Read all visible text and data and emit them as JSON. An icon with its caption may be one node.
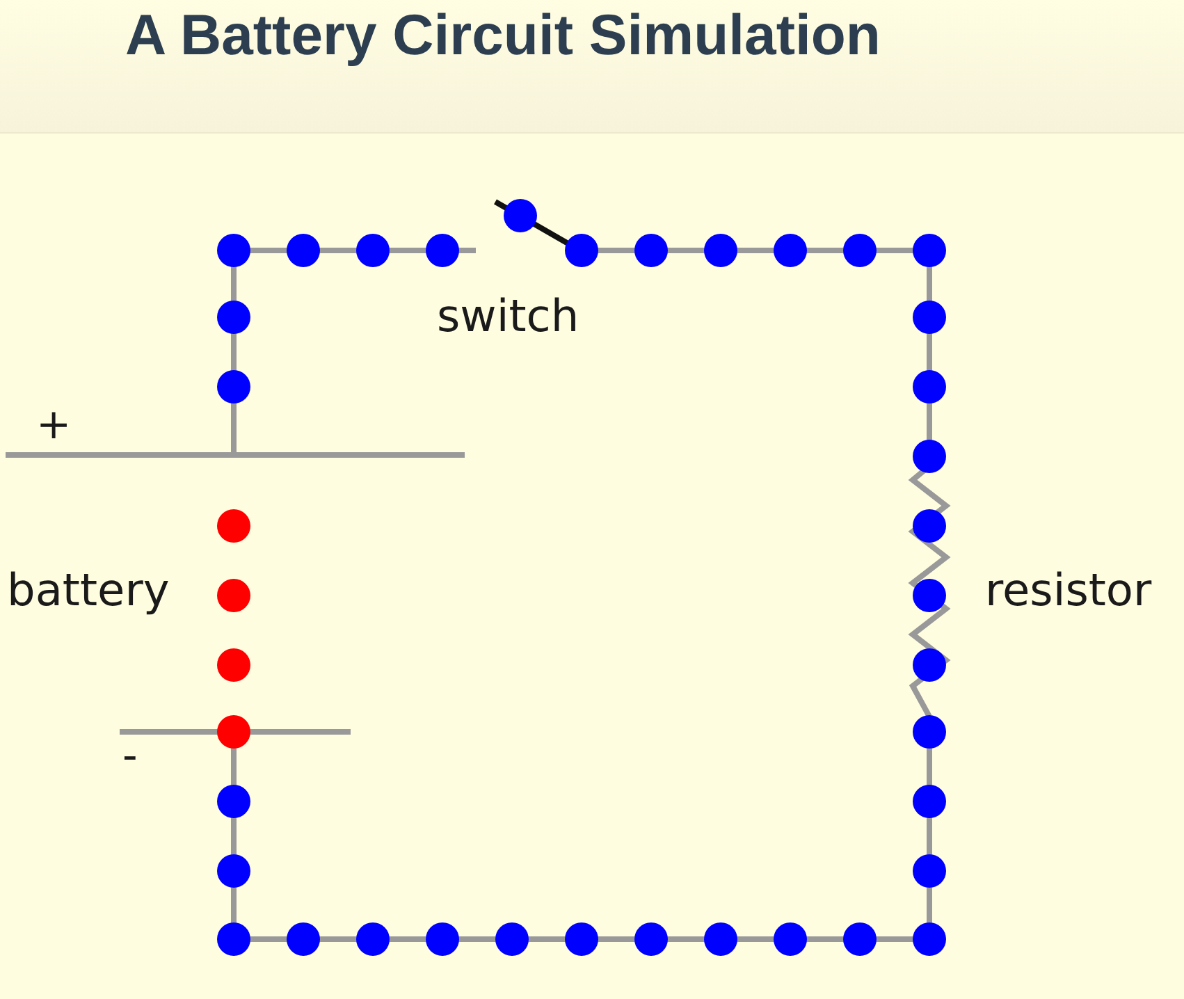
{
  "diagram": {
    "title": "A Battery Circuit Simulation",
    "labels": [
      "switch",
      "+",
      "battery",
      "resistor",
      "-"
    ]
  }
}
